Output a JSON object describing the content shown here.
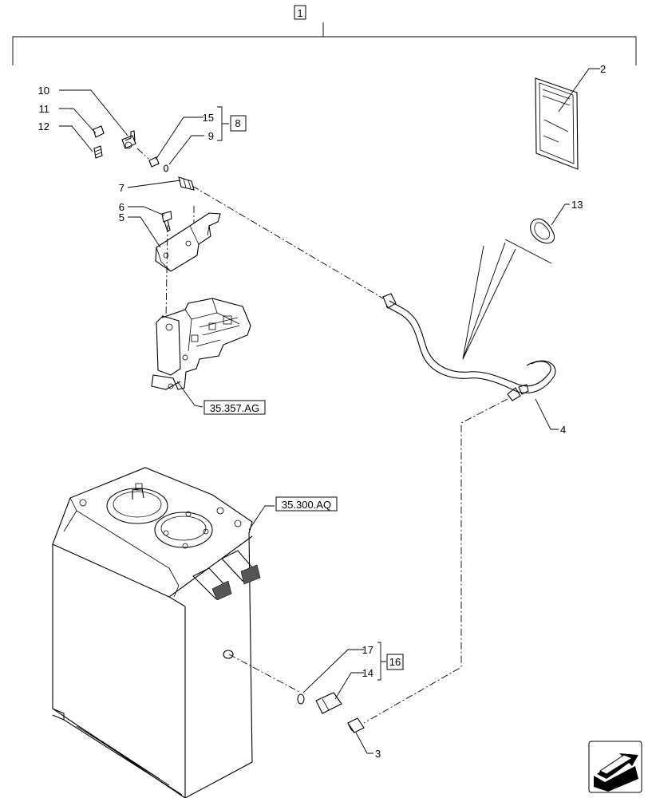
{
  "assembly": {
    "item": "1"
  },
  "callouts": {
    "c2": "2",
    "c3": "3",
    "c4": "4",
    "c5": "5",
    "c6": "6",
    "c7": "7",
    "c9": "9",
    "c10": "10",
    "c11": "11",
    "c12": "12",
    "c13": "13",
    "c14": "14",
    "c15": "15",
    "c17": "17"
  },
  "kits": {
    "k8": "8",
    "k16": "16"
  },
  "references": {
    "valve_block": "35.357.AG",
    "tank": "35.300.AQ"
  },
  "icons": {
    "nav": "next-page-arrow-icon"
  }
}
